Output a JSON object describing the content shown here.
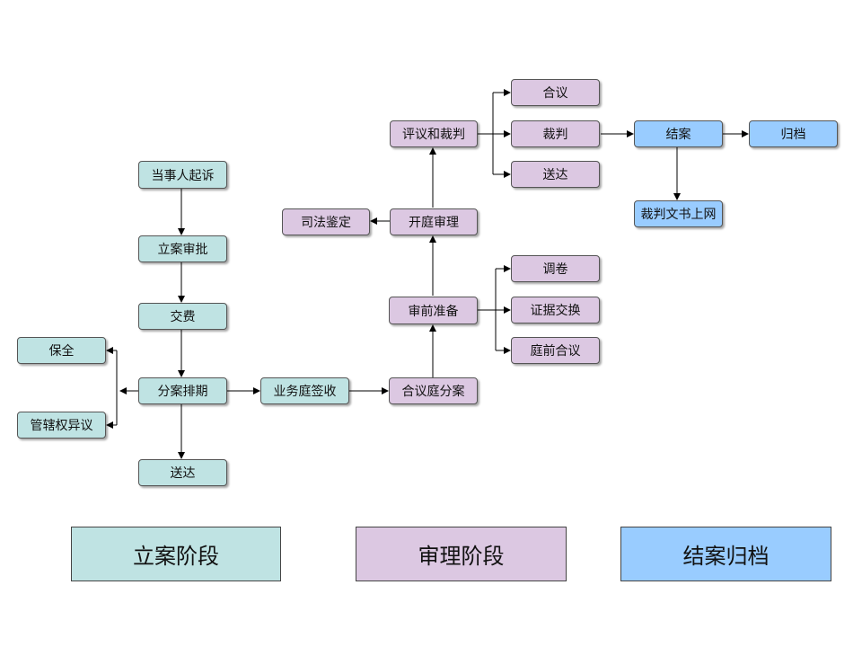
{
  "colors": {
    "filing_stage": "#bfe3e3",
    "trial_stage": "#dcc8e2",
    "closing_stage": "#99ccff",
    "connector": "#000000"
  },
  "nodes": {
    "party_sues": "当事人起诉",
    "filing_approval": "立案审批",
    "fee_payment": "交费",
    "assign_schedule": "分案排期",
    "preservation": "保全",
    "jurisdiction_objection": "管辖权异议",
    "service_filing": "送达",
    "business_tribunal_receipt": "业务庭签收",
    "panel_assignment": "合议庭分案",
    "pretrial_prep": "审前准备",
    "transfer_files": "调卷",
    "evidence_exchange": "证据交换",
    "pretrial_conference": "庭前合议",
    "court_hearing": "开庭审理",
    "judicial_appraisal": "司法鉴定",
    "deliberation_judgment": "评议和裁判",
    "panel_deliberation": "合议",
    "judgment": "裁判",
    "service_trial": "送达",
    "case_closing": "结案",
    "archiving": "归档",
    "judgment_online": "裁判文书上网"
  },
  "legend": {
    "filing_stage": "立案阶段",
    "trial_stage": "审理阶段",
    "closing_stage": "结案归档"
  }
}
